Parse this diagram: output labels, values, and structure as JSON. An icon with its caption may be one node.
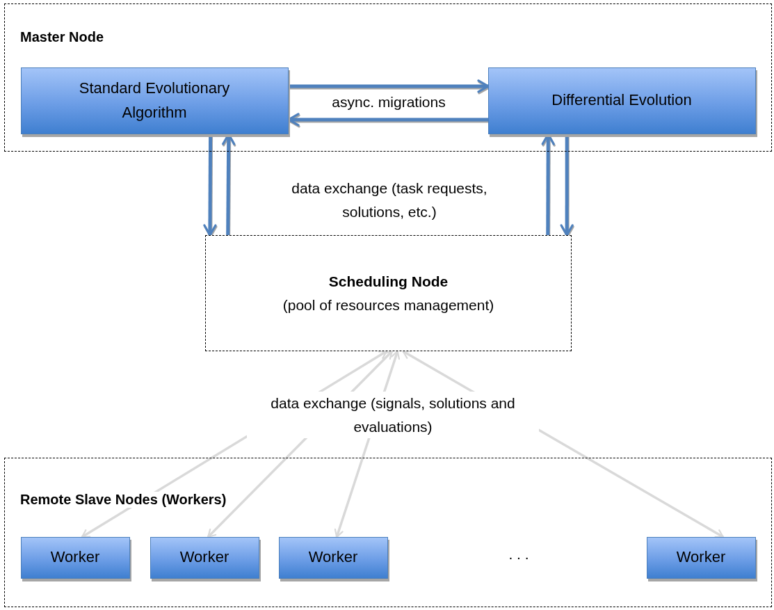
{
  "diagram": {
    "nodes": [
      {
        "text": [
          "Master Node"
        ]
      },
      {
        "text": [
          "Standard Evolutionary Algorithm"
        ],
        "in": 0
      },
      {
        "text": [
          "Differential Evolution"
        ],
        "in": 0
      },
      {
        "text": [
          "Scheduling Node",
          "(pool of resources management)"
        ]
      },
      {
        "text": [
          "Remote Slave Nodes (Workers)"
        ]
      },
      {
        "text": [
          "Worker"
        ],
        "in": 4
      },
      {
        "text": [
          "Worker"
        ],
        "in": 4
      },
      {
        "text": [
          "Worker"
        ],
        "in": 4
      },
      {
        "text": [
          "Worker"
        ],
        "in": 4
      }
    ],
    "edges": [
      {
        "from": 1,
        "to": 2,
        "arrow": "to",
        "label": "async. migrations"
      },
      {
        "from": 2,
        "to": 1,
        "arrow": "to"
      },
      {
        "from": 1,
        "to": 3,
        "arrow": "to"
      },
      {
        "from": 3,
        "to": 1,
        "arrow": "to"
      },
      {
        "from": 3,
        "to": 2,
        "arrow": "to"
      },
      {
        "from": 2,
        "to": 3,
        "arrow": "to"
      },
      {
        "from": 3,
        "to": 5,
        "arrow": "both",
        "color": "#d9d9d9"
      },
      {
        "from": 3,
        "to": 6,
        "arrow": "both",
        "color": "#d9d9d9"
      },
      {
        "from": 3,
        "to": 7,
        "arrow": "both",
        "color": "#d9d9d9"
      },
      {
        "from": 3,
        "to": 8,
        "arrow": "both",
        "color": "#d9d9d9"
      }
    ],
    "labels": [
      "data exchange (task requests, solutions, etc.)",
      "data exchange (signals, solutions and evaluations)",
      ". . ."
    ]
  }
}
